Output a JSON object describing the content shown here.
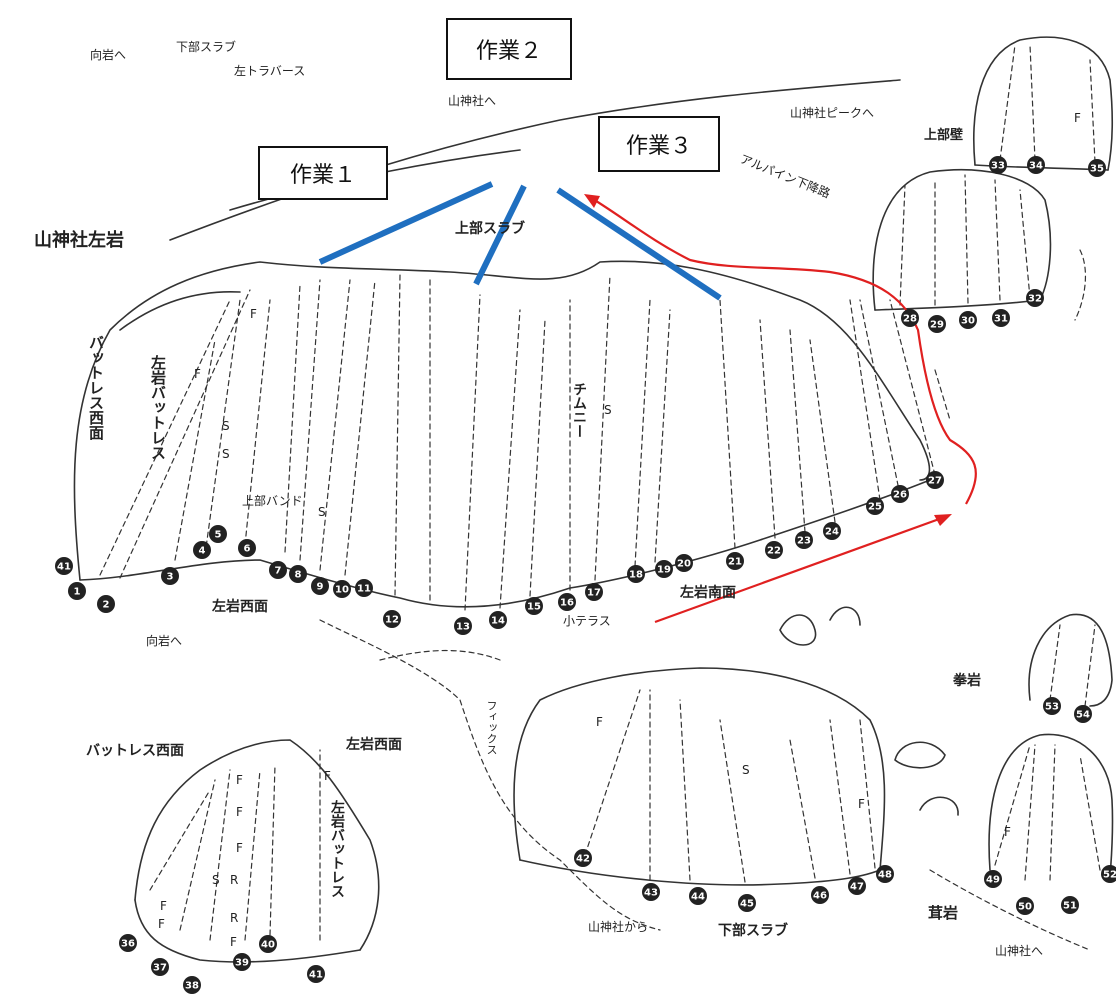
{
  "work_labels": {
    "work1": "作業１",
    "work2": "作業２",
    "work3": "作業３"
  },
  "areas": {
    "sanjinsha_left_rock": "山神社左岩",
    "upper_slab": "上部スラブ",
    "upper_wall": "上部壁",
    "left_rock_west_face": "左岩西面",
    "left_rock_south_face": "左岩南面",
    "buttress_west_face": "バットレス西面",
    "left_rock_west_face_lower": "左岩西面",
    "fist_rock": "拳岩",
    "mushroom_rock": "茸岩",
    "lower_slab": "下部スラブ",
    "upper_band": "上部バンド",
    "small_terrace": "小テラス",
    "chimney": "チムニー",
    "buttress_west_face_vertical": "バットレス西面",
    "left_rock_buttress": "左岩バットレス",
    "left_rock_buttress_lower": "左岩バットレス",
    "fix": "フィックス"
  },
  "directions": {
    "to_mukai_iwa_top": "向岩へ",
    "lower_slab_top": "下部スラブ",
    "left_traverse": "左トラバース",
    "to_sanjinsha": "山神社へ",
    "to_sanjinsha_peak": "山神社ピークへ",
    "alpine_descent": "アルパイン下降路",
    "to_mukai_iwa": "向岩へ",
    "from_sanjinsha": "山神社から",
    "to_sanjinsha_bottom": "山神社へ"
  },
  "marks": {
    "fix": "F",
    "sling": "S",
    "ring": "R"
  },
  "routes": [
    "1",
    "2",
    "3",
    "4",
    "5",
    "6",
    "7",
    "8",
    "9",
    "10",
    "11",
    "12",
    "13",
    "14",
    "15",
    "16",
    "17",
    "18",
    "19",
    "20",
    "21",
    "22",
    "23",
    "24",
    "25",
    "26",
    "27",
    "28",
    "29",
    "30",
    "31",
    "32",
    "33",
    "34",
    "35",
    "36",
    "37",
    "38",
    "39",
    "40",
    "41",
    "41",
    "42",
    "43",
    "44",
    "45",
    "46",
    "47",
    "48",
    "49",
    "50",
    "51",
    "52",
    "53",
    "54"
  ],
  "colors": {
    "work_line": "#1f6fc0",
    "approach_arrow": "#e02020",
    "line_art": "#333333",
    "route_marker": "#222222"
  }
}
